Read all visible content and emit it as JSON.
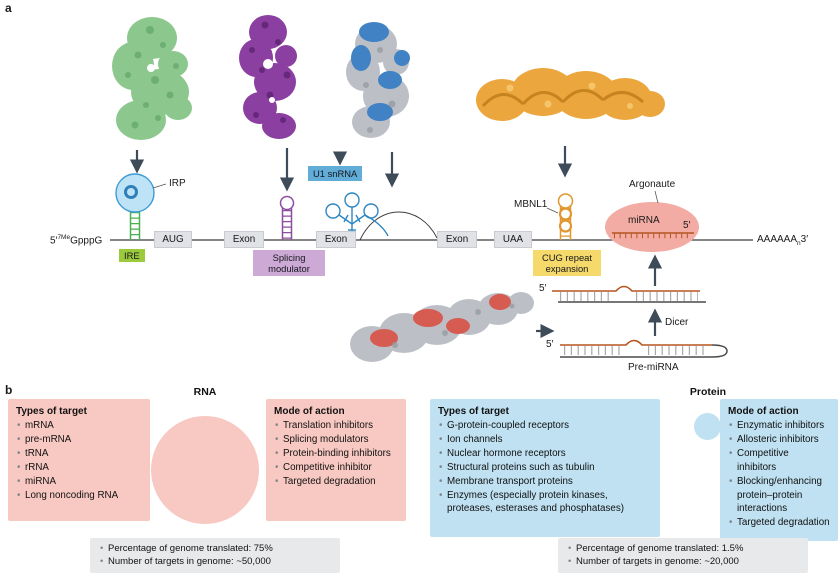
{
  "figure": {
    "panel_a_letter": "a",
    "panel_b_letter": "b"
  },
  "panel_a": {
    "cap_prefix": "5′",
    "cap_superscript": "7Me",
    "cap_suffix": "GpppG",
    "irp": "IRP",
    "ire": "IRE",
    "aug": "AUG",
    "exon": "Exon",
    "uaa": "UAA",
    "u1_snrna": "U1 snRNA",
    "splicing_modulator": "Splicing modulator",
    "mbnl1": "MBNL1",
    "cug_repeat_expansion": "CUG repeat expansion",
    "argonaute": "Argonaute",
    "mirna": "miRNA",
    "mirna_five_prime": "5′",
    "polya_a": "AAAAAA",
    "polya_sub": "n",
    "polya_three_prime": "3′",
    "duplex_five_prime": "5′",
    "dicer": "Dicer",
    "pre_mirna_five_prime": "5′",
    "pre_mirna": "Pre-miRNA"
  },
  "panel_b": {
    "rna": {
      "header": "RNA",
      "types_title": "Types of target",
      "types": [
        "mRNA",
        "pre-mRNA",
        "tRNA",
        "rRNA",
        "miRNA",
        "Long noncoding RNA"
      ],
      "mode_title": "Mode of action",
      "modes": [
        "Translation inhibitors",
        "Splicing modulators",
        "Protein-binding inhibitors",
        "Competitive inhibitor",
        "Targeted degradation"
      ],
      "stats": [
        "Percentage of genome translated: 75%",
        "Number of targets in genome: ~50,000"
      ]
    },
    "protein": {
      "header": "Protein",
      "types_title": "Types of target",
      "types": [
        "G-protein-coupled receptors",
        "Ion channels",
        "Nuclear hormone receptors",
        "Structural proteins such as tubulin",
        "Membrane transport proteins",
        "Enzymes (especially protein kinases, proteases, esterases and phosphatases)"
      ],
      "mode_title": "Mode of action",
      "modes": [
        "Enzymatic inhibitors",
        "Allosteric inhibitors",
        "Competitive inhibitors",
        "Blocking/enhancing protein–protein interactions",
        "Targeted degradation"
      ],
      "stats": [
        "Percentage of genome translated: 1.5%",
        "Number of targets in genome: ~20,000"
      ]
    }
  },
  "colors": {
    "rna_pink": "#f8c9c2",
    "protein_blue": "#bfe1f2",
    "stats_gray": "#e8e9eb",
    "splicing_purple": "#cda9d6",
    "cug_yellow": "#f5d96a",
    "ire_green": "#9bca3c",
    "u1_blue": "#62acd8",
    "argonaute_salmon": "#f3aca4",
    "arrow_slate": "#3e4b58",
    "mirna_orange": "#b5541e"
  }
}
